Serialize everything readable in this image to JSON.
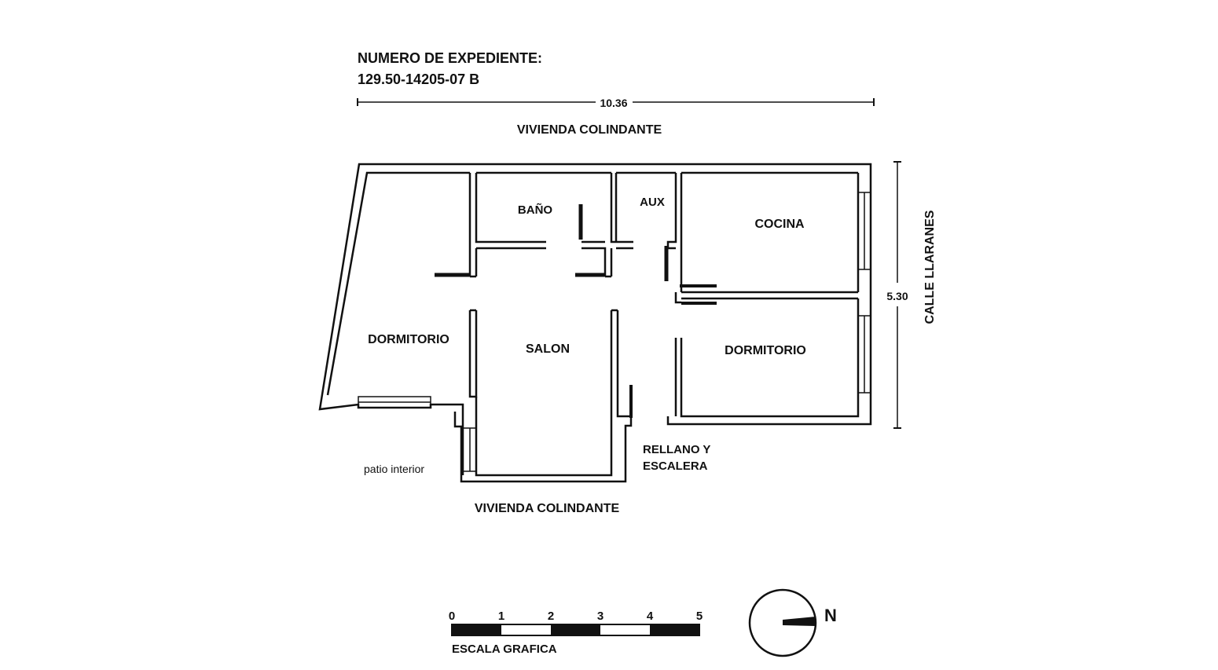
{
  "header": {
    "title_line1": "NUMERO DE EXPEDIENTE:",
    "title_line2": "129.50-14205-07 B"
  },
  "dimensions": {
    "width": "10.36",
    "height": "5.30"
  },
  "labels": {
    "neighbor_top": "VIVIENDA COLINDANTE",
    "neighbor_bottom": "VIVIENDA COLINDANTE",
    "street": "CALLE LLARANES",
    "patio": "patio interior",
    "landing_line1": "RELLANO Y",
    "landing_line2": "ESCALERA"
  },
  "rooms": {
    "bano": "BAÑO",
    "aux": "AUX",
    "cocina": "COCINA",
    "dormitorio_left": "DORMITORIO",
    "salon": "SALON",
    "dormitorio_right": "DORMITORIO"
  },
  "scale": {
    "ticks": [
      "0",
      "1",
      "2",
      "3",
      "4",
      "5"
    ],
    "label": "ESCALA GRAFICA"
  },
  "compass": {
    "label": "N",
    "icon": "north-arrow-icon"
  },
  "colors": {
    "line": "#111111",
    "background": "#ffffff"
  }
}
